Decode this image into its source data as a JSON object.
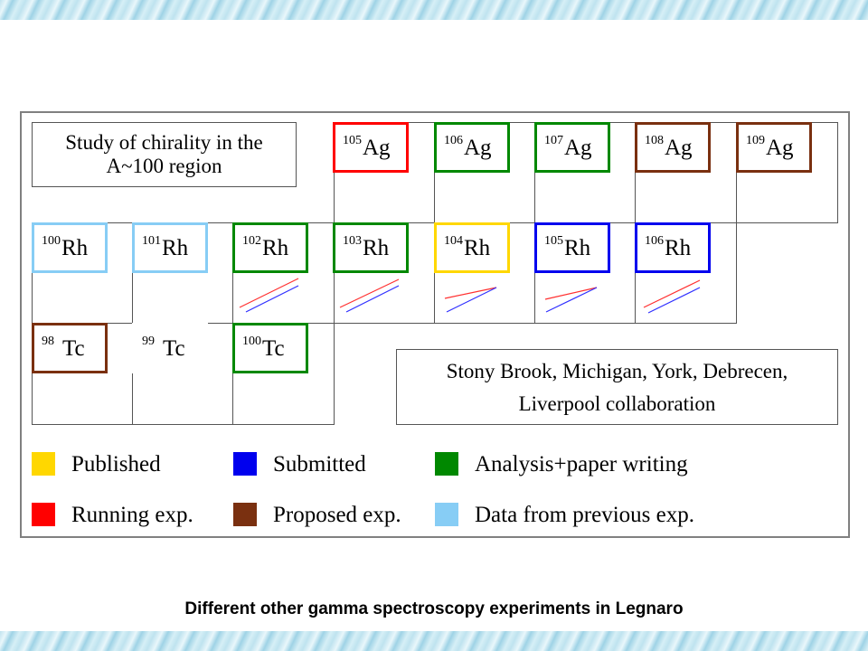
{
  "title": {
    "line1": "Study of chirality in the",
    "line2": "A~100 region"
  },
  "collaboration": {
    "line1": "Stony Brook, Michigan, York, Debrecen,",
    "line2": "Liverpool collaboration"
  },
  "status_colors": {
    "published": "#ffd700",
    "submitted": "#0000ee",
    "analysis": "#008800",
    "running": "#ff0000",
    "proposed": "#7a3010",
    "previous": "#87cdf5"
  },
  "nuclei": {
    "ag105": {
      "mass": "105",
      "symbol": "Ag",
      "status": "running"
    },
    "ag106": {
      "mass": "106",
      "symbol": "Ag",
      "status": "analysis"
    },
    "ag107": {
      "mass": "107",
      "symbol": "Ag",
      "status": "analysis"
    },
    "ag108": {
      "mass": "108",
      "symbol": "Ag",
      "status": "proposed"
    },
    "ag109": {
      "mass": "109",
      "symbol": "Ag",
      "status": "proposed"
    },
    "rh100": {
      "mass": "100",
      "symbol": "Rh",
      "status": "previous"
    },
    "rh101": {
      "mass": "101",
      "symbol": "Rh",
      "status": "previous"
    },
    "rh102": {
      "mass": "102",
      "symbol": "Rh",
      "status": "analysis"
    },
    "rh103": {
      "mass": "103",
      "symbol": "Rh",
      "status": "analysis"
    },
    "rh104": {
      "mass": "104",
      "symbol": "Rh",
      "status": "published"
    },
    "rh105": {
      "mass": "105",
      "symbol": "Rh",
      "status": "submitted"
    },
    "rh106": {
      "mass": "106",
      "symbol": "Rh",
      "status": "submitted"
    },
    "tc98": {
      "mass": "98",
      "symbol": "Tc",
      "status": "proposed"
    },
    "tc99": {
      "mass": "99",
      "symbol": "Tc",
      "status": "none"
    },
    "tc100": {
      "mass": "100",
      "symbol": "Tc",
      "status": "analysis"
    }
  },
  "legend": [
    {
      "key": "published",
      "label": "Published"
    },
    {
      "key": "submitted",
      "label": "Submitted"
    },
    {
      "key": "analysis",
      "label": "Analysis+paper writing"
    },
    {
      "key": "running",
      "label": "Running exp."
    },
    {
      "key": "proposed",
      "label": "Proposed exp."
    },
    {
      "key": "previous",
      "label": "Data from previous exp."
    }
  ],
  "band_line_colors": {
    "upper": "#ff3030",
    "lower": "#3030ff"
  },
  "caption": "Different other gamma spectroscopy experiments in Legnaro"
}
